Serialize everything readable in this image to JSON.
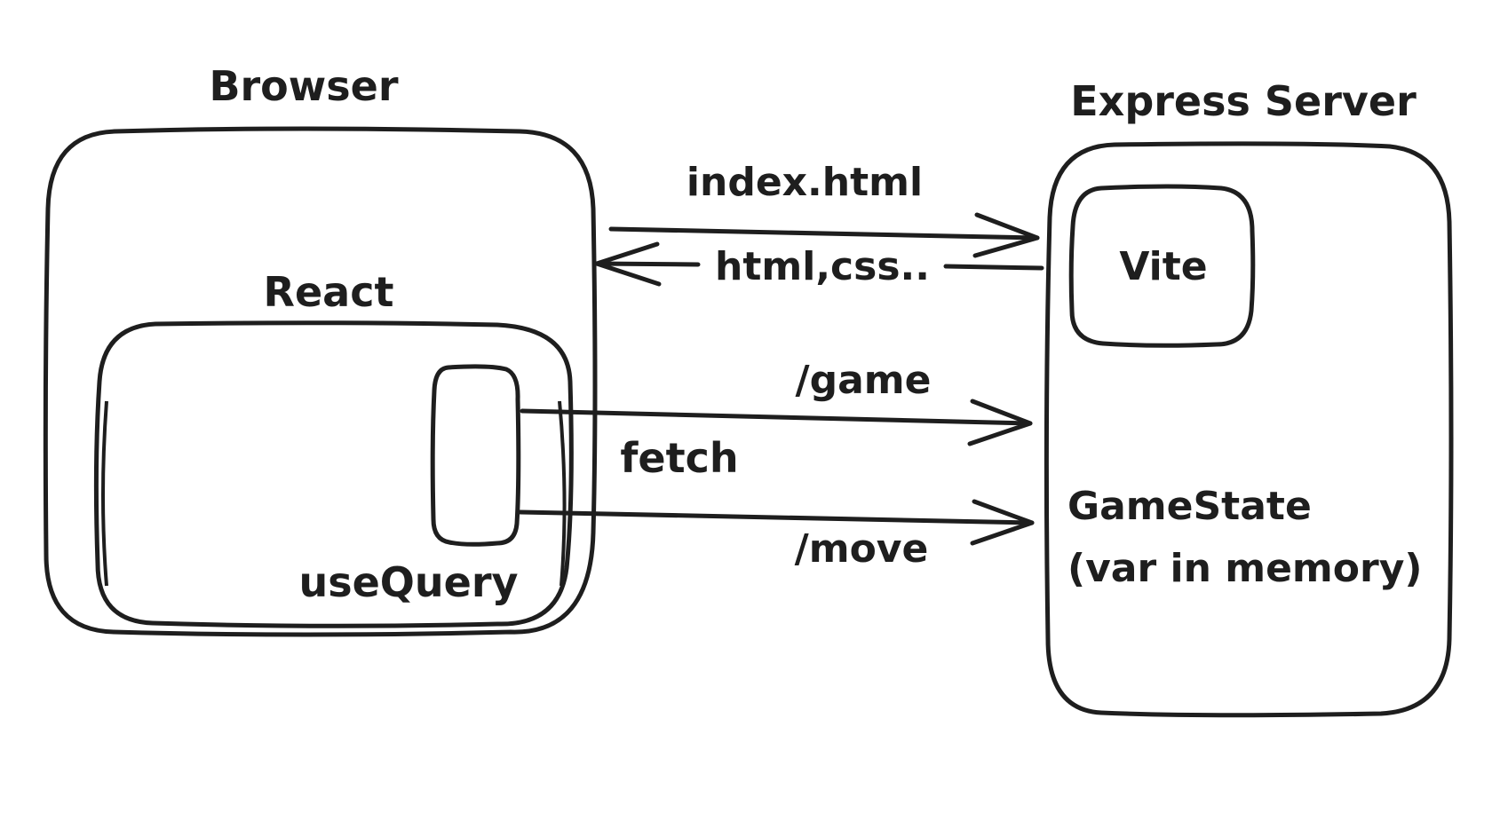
{
  "colors": {
    "stroke": "#1e1e1e",
    "background": "#ffffff"
  },
  "nodes": {
    "browser": {
      "label": "Browser"
    },
    "react": {
      "label": "React"
    },
    "use_query": {
      "label": "useQuery"
    },
    "express_server": {
      "label": "Express Server"
    },
    "vite": {
      "label": "Vite"
    },
    "game_state": {
      "label_line1": "GameState",
      "label_line2": "(var in memory)"
    }
  },
  "edges": {
    "index_html": {
      "label": "index.html",
      "from": "browser",
      "to": "vite"
    },
    "html_css": {
      "label": "html,css..",
      "from": "vite",
      "to": "browser"
    },
    "game": {
      "label": "/game",
      "from": "use_query",
      "to": "express_server"
    },
    "move": {
      "label": "/move",
      "from": "use_query",
      "to": "express_server"
    },
    "fetch": {
      "label": "fetch"
    }
  }
}
